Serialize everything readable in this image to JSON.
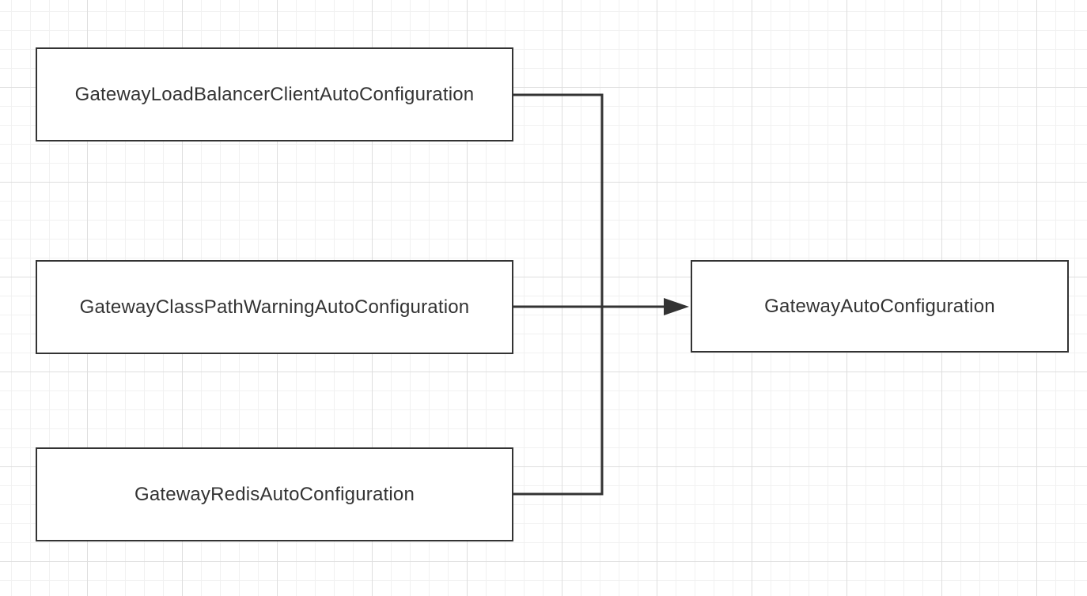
{
  "diagram": {
    "nodes": {
      "load_balancer": "GatewayLoadBalancerClientAutoConfiguration",
      "class_path_warning": "GatewayClassPathWarningAutoConfiguration",
      "redis": "GatewayRedisAutoConfiguration",
      "gateway": "GatewayAutoConfiguration"
    },
    "edges": [
      {
        "from": "load_balancer",
        "to": "gateway"
      },
      {
        "from": "class_path_warning",
        "to": "gateway"
      },
      {
        "from": "redis",
        "to": "gateway"
      }
    ],
    "colors": {
      "stroke": "#333333",
      "text": "#333333",
      "grid": "#dedede",
      "background": "#ffffff"
    }
  }
}
